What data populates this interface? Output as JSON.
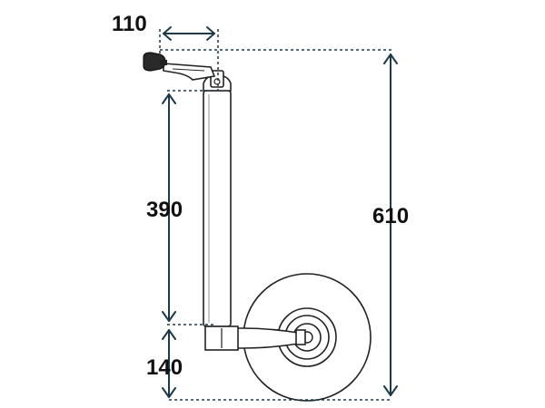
{
  "dimensions": {
    "crank_offset": "110",
    "tube_length": "390",
    "total_height": "610",
    "wheel_drop": "140"
  },
  "colors": {
    "dimension_line": "#1d3a4a",
    "outline": "#222222",
    "label": "#111111",
    "background": "#ffffff"
  }
}
